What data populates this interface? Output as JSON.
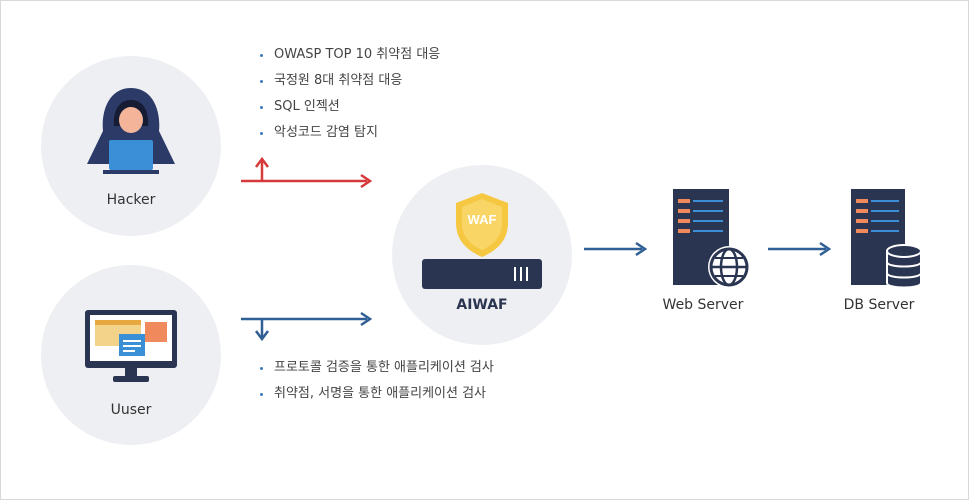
{
  "nodes": {
    "hacker": "Hacker",
    "user": "Uuser",
    "waf": "AIWAF",
    "web_server": "Web Server",
    "db_server": "DB Server"
  },
  "waf_badge": "WAF",
  "hacker_defenses": [
    "OWASP TOP 10 취약점 대응",
    "국정원 8대 취약점 대응",
    "SQL 인젝션",
    "악성코드 감염 탐지"
  ],
  "user_inspections": [
    "프로토콜 검증을 통한 애플리케이션 검사",
    "취약점, 서명을 통한 애플리케이션 검사"
  ],
  "colors": {
    "threat_arrow": "#d63a3a",
    "normal_arrow": "#2f5f94",
    "navy": "#2a3551",
    "circle_bg": "#eeeff2",
    "shield": "#f6c842"
  }
}
